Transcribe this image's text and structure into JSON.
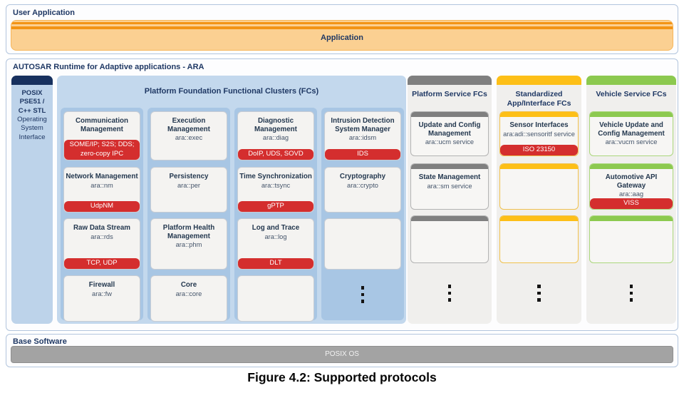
{
  "colors": {
    "navy_text": "#1f3864",
    "posix_cap": "#17305e",
    "foundation_bg": "#c3d8ed",
    "foundation_strip": "#a8c6e4",
    "posix_body": "#bdd3ea",
    "red_badge": "#d42e2e",
    "gray_accent": "#7f7f7f",
    "orange_accent": "#fdbf17",
    "green_accent": "#8cc94f",
    "app_bar_body": "#fbd092",
    "app_bar_stripe": "#f39415",
    "base_bar": "#a3a3a3"
  },
  "user_application": {
    "label": "User Application",
    "bar_label": "Application"
  },
  "ara": {
    "label": "AUTOSAR Runtime for Adaptive applications - ARA",
    "posix": {
      "bold_lines": [
        "POSIX",
        "PSE51 /",
        "C++ STL"
      ],
      "lines": [
        "Operating",
        "System",
        "Interface"
      ]
    },
    "foundation": {
      "title": "Platform Foundation Functional Clusters (FCs)",
      "columns": [
        {
          "cells": [
            {
              "title": "Communication Management",
              "badge": "SOME/IP; S2S; DDS; zero-copy IPC"
            },
            {
              "title": "Network Management",
              "subtitle": "ara::nm",
              "badge": "UdpNM"
            },
            {
              "title": "Raw Data Stream",
              "subtitle": "ara::rds",
              "badge": "TCP, UDP"
            },
            {
              "title": "Firewall",
              "subtitle": "ara::fw"
            }
          ]
        },
        {
          "cells": [
            {
              "title": "Execution Management",
              "subtitle": "ara::exec"
            },
            {
              "title": "Persistency",
              "subtitle": "ara::per"
            },
            {
              "title": "Platform Health Management",
              "subtitle": "ara::phm"
            },
            {
              "title": "Core",
              "subtitle": "ara::core"
            }
          ]
        },
        {
          "cells": [
            {
              "title": "Diagnostic Management",
              "subtitle": "ara::diag",
              "badge": "DoIP, UDS, SOVD"
            },
            {
              "title": "Time Synchronization",
              "subtitle": "ara::tsync",
              "badge": "gPTP"
            },
            {
              "title": "Log and Trace",
              "subtitle": "ara::log",
              "badge": "DLT"
            },
            {
              "empty": true
            }
          ]
        },
        {
          "cells": [
            {
              "title": "Intrusion Detection System Manager",
              "subtitle": "ara::idsm",
              "badge": "IDS"
            },
            {
              "title": "Cryptography",
              "subtitle": "ara::crypto"
            },
            {
              "empty": true
            },
            {
              "ellipsis": true
            }
          ]
        }
      ]
    },
    "service_columns": [
      {
        "title": "Platform Service FCs",
        "accent": "#7f7f7f",
        "border": "#b3b3b3",
        "body": "#f0efed",
        "cells": [
          {
            "title": "Update and Config Management",
            "subtitle": "ara::ucm service"
          },
          {
            "title": "State Management",
            "subtitle": "ara::sm service"
          },
          {
            "empty": true
          }
        ],
        "ellipsis": true
      },
      {
        "title": "Standardized App/Interface FCs",
        "accent": "#fdbf17",
        "border": "#f0c14d",
        "body": "#f0efed",
        "cells": [
          {
            "title": "Sensor Interfaces",
            "subtitle": "ara:adi::sensoritf service",
            "badge": "ISO 23150"
          },
          {
            "empty": true
          },
          {
            "empty": true
          }
        ],
        "ellipsis": true
      },
      {
        "title": "Vehicle Service FCs",
        "accent": "#8cc94f",
        "border": "#abd77c",
        "body": "#f0efed",
        "cells": [
          {
            "title": "Vehicle Update and Config Management",
            "subtitle": "ara::vucm service"
          },
          {
            "title": "Automotive API Gateway",
            "subtitle": "ara::aag",
            "badge": "VISS"
          },
          {
            "empty": true
          }
        ],
        "ellipsis": true
      }
    ]
  },
  "base_software": {
    "label": "Base Software",
    "bar_label": "POSIX OS"
  },
  "caption": "Figure 4.2: Supported protocols"
}
